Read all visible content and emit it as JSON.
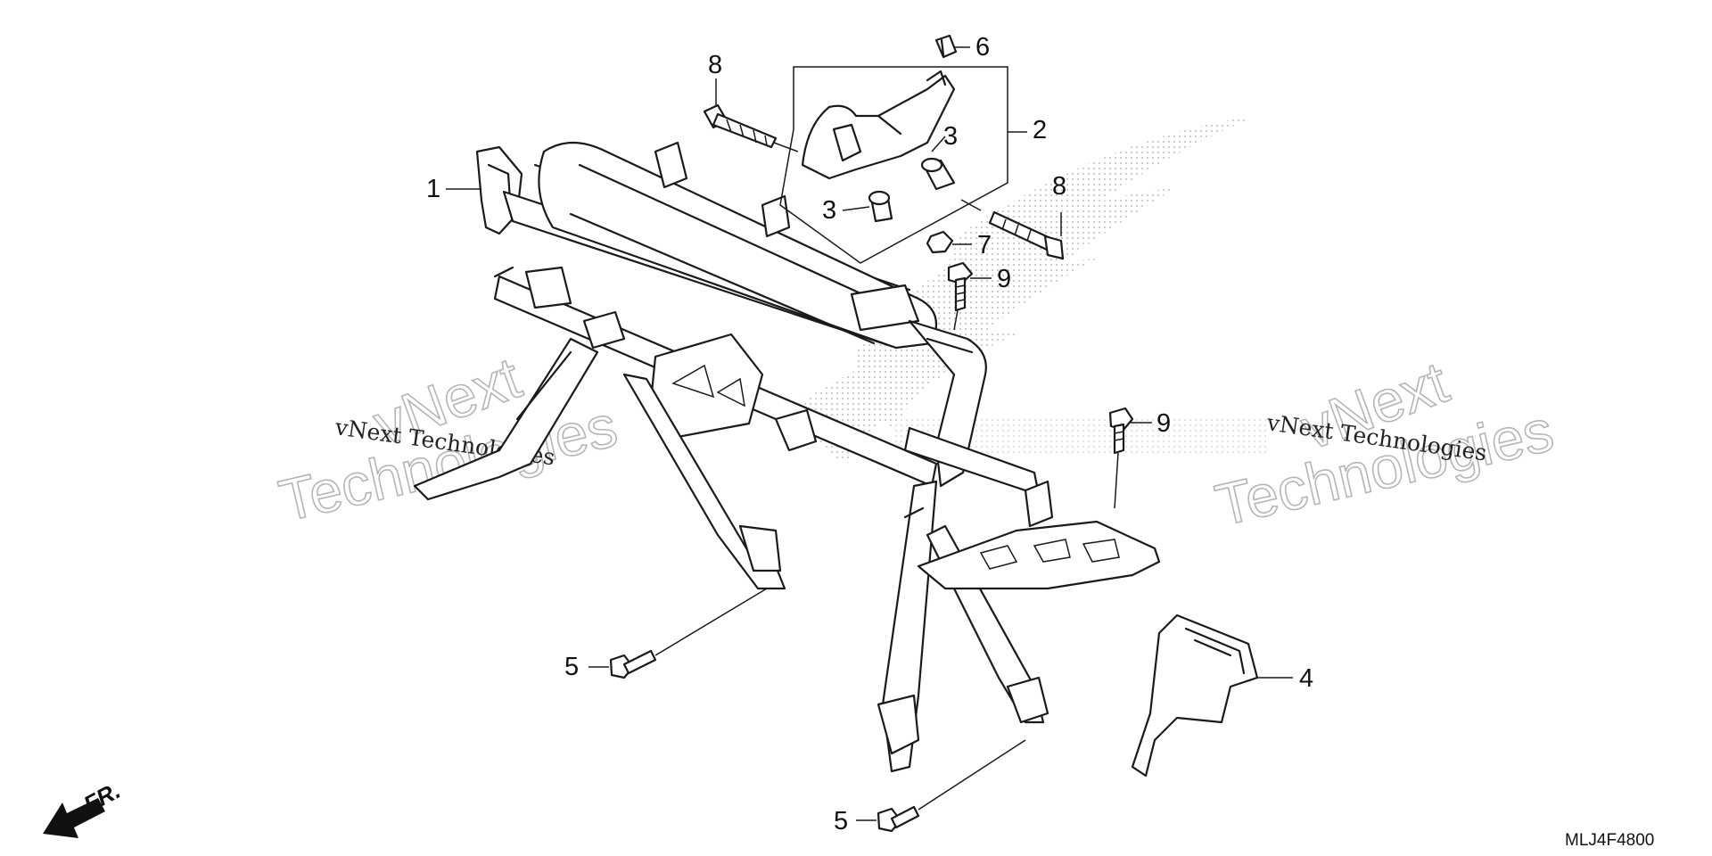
{
  "diagram": {
    "callouts": {
      "c1": "1",
      "c2": "2",
      "c3a": "3",
      "c3b": "3",
      "c4": "4",
      "c5a": "5",
      "c5b": "5",
      "c6": "6",
      "c7": "7",
      "c8a": "8",
      "c8b": "8",
      "c9a": "9",
      "c9b": "9"
    },
    "watermark": {
      "line_small": "vNext Technologies",
      "word_top": "vNext",
      "word_bottom": "Technologies"
    },
    "direction_label": "FR.",
    "diagram_code": "MLJ4F4800"
  }
}
